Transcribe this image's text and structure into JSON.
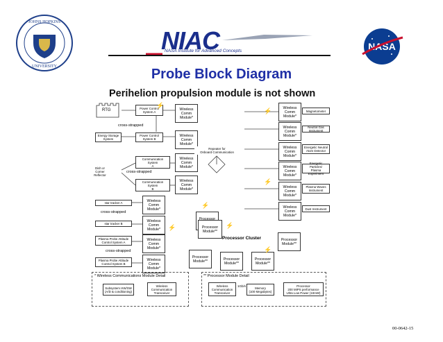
{
  "header": {
    "niac_logo": "NIAC",
    "niac_tagline": "NASA Institute for Advanced Concepts",
    "jhu_seal_text": "THE JOHNS HOPKINS UNIVERSITY",
    "nasa_logo": "NASA"
  },
  "title": "Probe Block Diagram",
  "subtitle": "Perihelion propulsion module is not shown",
  "diagram": {
    "rtg": "RTG",
    "wireless_comm_module": "Wireless\nComm\nModule*",
    "processor_module": "Processor\nModule**",
    "power_control_a": "Power Control\nSystem A",
    "power_control_b": "Power Control\nSystem B",
    "energy_storage": "Energy Storage\nSystem",
    "comm_system_a": "Communication System\nA",
    "comm_system_b": "Communication System\nB",
    "dish_or_corner": "Dish or\nCorner\nReflector",
    "star_tracker_a": "star tracker A",
    "star_tracker_b": "star tracker B",
    "plasma_probe_a": "Plasma Probe Attitude\nControl System A",
    "plasma_probe_b": "Plasma Probe Attitude\nControl System B",
    "cross_strapped": "cross-strapped",
    "repeater": "Repeater for\nOnboard Communication",
    "magnetometer": "Magnetometer",
    "neutral_gas": "Neutral Gas Instrument",
    "energetic_neutral": "Energetic Neutral\nAtom Detector",
    "energetic_particle": "Energetic Particles/\nPlasma Experiment",
    "plasma_wave": "Plasma Waves\nInstrument",
    "dust_instrument": "Dust Instrument",
    "processor_cluster": "Processor Cluster",
    "wireless_detail_title": "* Wireless Communications Module Detail",
    "processor_detail_title": "** Processor Module Detail",
    "subsystem_hw": "Subsystem HW/SW\n(A/D & conditioning)",
    "wireless_comm_transceiver": "Wireless\nCommunication\nTransceiver",
    "memory": "Memory\n(100 Megabytes)",
    "processor_detail": "Processor\n200 MIPS performance\nUltra Low Power (10mW)",
    "bus_label": "1Gb/s"
  },
  "slide_number": "00-0642-15",
  "colors": {
    "title": "#1f2fa6",
    "niac_blue": "#1a2e8c",
    "niac_red": "#c8102e",
    "nasa_blue": "#0b3d91",
    "jhu_blue": "#1e3f8a",
    "lightning": "#c00000"
  }
}
